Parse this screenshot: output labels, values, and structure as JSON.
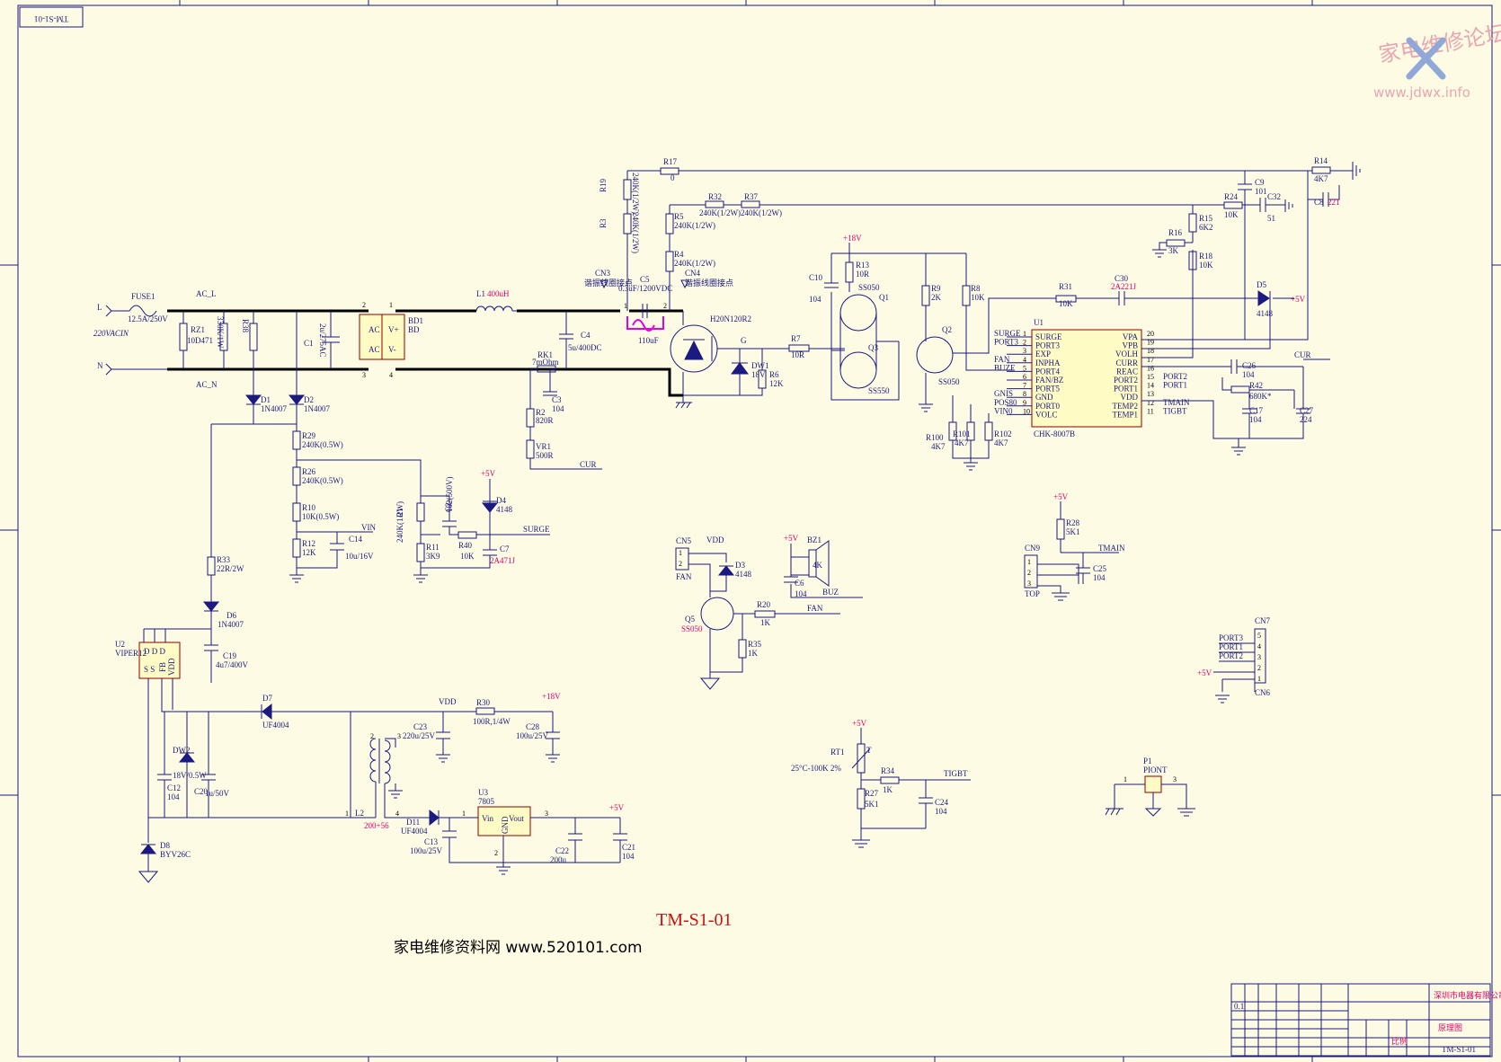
{
  "corner_label": "TM-S1-01",
  "watermark": {
    "text_cn": "家电维修论坛",
    "url": "www.jdwx.info"
  },
  "footer": {
    "model": "TM-S1-01",
    "site": "家电维修资料网  www.520101.com"
  },
  "input": {
    "L": "L",
    "N": "N",
    "voltage": "220VACIN",
    "AC_L": "AC_L",
    "AC_N": "AC_N"
  },
  "components": {
    "FUSE1": "FUSE1",
    "FUSE1_v": "12.5A/250V",
    "RZ1": "RZ1",
    "RZ1_v": "10D471",
    "R_330K": "330K/1W",
    "R38": "R38",
    "C1": "C1",
    "C1_v": "2u/275AC",
    "BD1": "BD1",
    "BD": "BD",
    "L1": "L1",
    "L1_v": "400uH",
    "C4": "C4",
    "C4_v": "5u/400DC",
    "RK1": "RK1",
    "RK1_v": "7mOhm",
    "C3": "C3",
    "C3_v": "104",
    "R2": "R2",
    "R2_v": "820R",
    "VR1": "VR1",
    "VR1_v": "500R",
    "CUR": "CUR",
    "R17": "R17",
    "R17_v": "0",
    "R19": "R19",
    "R19_v": "240K(1/2W)",
    "R3": "R3",
    "R3_v": "240K(1/2W)",
    "CN3": "CN3",
    "CN3_v": "谐振线圈接点",
    "C5": "C5",
    "C5_v": "0.3uF/1200VDC",
    "CN4": "CN4",
    "CN4_v": "谐振线圈接点",
    "coil": "110uF",
    "R5": "R5",
    "R5_v": "240K(1/2W)",
    "R4": "R4",
    "R4_v": "240K(1/2W)",
    "R32": "R32",
    "R32_v": "240K(1/2W)",
    "R37": "R37",
    "R37_v": "240K(1/2W)",
    "IGBT": "H20N120R2",
    "G": "G",
    "DW1": "DW1",
    "DW1_v": "18V",
    "R6": "R6",
    "R6_v": "12K",
    "R7": "R7",
    "R7_v": "10R",
    "plus18": "+18V",
    "R13": "R13",
    "R13_v": "10R",
    "C10": "C10",
    "C10_v": "104",
    "Q1": "Q1",
    "Q1_v": "SS050",
    "Q3": "Q3",
    "Q3_v": "SS550",
    "R9": "R9",
    "R9_v": "2K",
    "R8": "R8",
    "R8_v": "10K",
    "Q2": "Q2",
    "Q2_v": "SS050",
    "R31": "R31",
    "R31_v": "10K",
    "C30": "C30",
    "C30_v": "2A221J",
    "D5": "D5",
    "D5_v": "4148",
    "plus5": "+5V",
    "R14": "R14",
    "R14_v": "4K7",
    "C9": "C9",
    "C9_v": "101",
    "C8": "C8",
    "C8_v": "221",
    "R24": "R24",
    "R24_v": "10K",
    "C32": "C32",
    "C32_v": "51",
    "R15": "R15",
    "R15_v": "6K2",
    "R16": "R16",
    "R16_v": "3K",
    "R18": "R18",
    "R18_v": "10K",
    "D1": "D1",
    "D1_v": "1N4007",
    "D2": "D2",
    "D2_v": "1N4007",
    "R29": "R29",
    "R29_v": "240K(0.5W)",
    "R26": "R26",
    "R26_v": "240K(0.5W)",
    "R10": "R10",
    "R10_v": "10K(0.5W)",
    "R12": "R12",
    "R12_v": "12K",
    "C14": "C14",
    "C14_v": "10u/16V",
    "VIN": "VIN",
    "R1": "R1",
    "R1_v": "240K(1/2W)",
    "C2": "C2",
    "C2_v": "102(500V)",
    "D4": "D4",
    "D4_v": "4148",
    "R11": "R11",
    "R11_v": "3K9",
    "R40": "R40",
    "R40_v": "10K",
    "C7": "C7",
    "C7_v": "2A471J",
    "SURGE": "SURGE",
    "R33": "R33",
    "R33_v": "22R/2W",
    "D6": "D6",
    "D6_v": "1N4007",
    "C19": "C19",
    "C19_v": "4u7/400V",
    "U2": "U2",
    "U2_v": "VIPER12",
    "D7": "D7",
    "D7_v": "UF4004",
    "VDD": "VDD",
    "R30": "R30",
    "R30_v": "100R,1/4W",
    "C23": "C23",
    "C23_v": "220u/25V",
    "C28": "C28",
    "C28_v": "100u/25V",
    "DW2": "DW2",
    "DW2_v": "18V/0.5W",
    "C12": "C12",
    "C12_v": "104",
    "C20": "C20",
    "C20_v": "1u/50V",
    "L2": "L2",
    "L2_v": "200+56",
    "D11": "D11",
    "D11_v": "UF4004",
    "C13": "C13",
    "C13_v": "100u/25V",
    "U3": "U3",
    "U3_v": "7805",
    "Vin": "Vin",
    "Vout": "Vout",
    "GND": "GND",
    "C22": "C22",
    "C22_v": "200u",
    "C21": "C21",
    "C21_v": "104",
    "D8": "D8",
    "D8_v": "BYV26C",
    "CN5": "CN5",
    "FAN": "FAN",
    "D3": "D3",
    "D3_v": "4148",
    "Q5": "Q5",
    "Q5_v": "SS050",
    "R20": "R20",
    "R20_v": "1K",
    "R35": "R35",
    "R35_v": "1K",
    "BZ1": "BZ1",
    "BZ1_v": "4K",
    "C6": "C6",
    "C6_v": "104",
    "BUZ": "BUZ",
    "U1": "U1",
    "U1_v": "CHK-8007B",
    "R100": "R100",
    "R100_v": "4K7",
    "R101": "R101",
    "R101_v": "4K7",
    "R102": "R102",
    "R102_v": "4K7",
    "C26": "C26",
    "C26_v": "104",
    "R42": "R42",
    "R42_v": "680K*",
    "C17": "C17",
    "C17_v": "104",
    "C27": "C27",
    "C27_v": "224",
    "R28": "R28",
    "R28_v": "5K1",
    "CN9": "CN9",
    "TOP": "TOP",
    "TMAIN": "TMAIN",
    "C25": "C25",
    "C25_v": "104",
    "CN7": "CN7",
    "CN6": "CN6",
    "RT1": "RT1",
    "RT1_v": "25°C-100K 2%",
    "T": "T",
    "R34": "R34",
    "R34_v": "1K",
    "R27": "R27",
    "R27_v": "5K1",
    "C24": "C24",
    "C24_v": "104",
    "TIGBT": "TIGBT",
    "P1": "P1",
    "P1_v": "PIONT"
  },
  "u1_left": [
    "SURGE",
    "PORT3",
    "EXP",
    "INPHA",
    "PORT4",
    "FAN/BZ",
    "PORT5",
    "GND",
    "PORT0",
    "VOLC"
  ],
  "u1_right": [
    "VPA",
    "VPB",
    "VOLH",
    "CURR",
    "REAC",
    "PORT2",
    "PORT1",
    "VDD",
    "TEMP2",
    "TEMP1"
  ],
  "u1_left_nums": [
    "1",
    "2",
    "3",
    "4",
    "5",
    "6",
    "7",
    "8",
    "9",
    "10"
  ],
  "u1_right_nums": [
    "20",
    "19",
    "18",
    "17",
    "16",
    "15",
    "14",
    "13",
    "12",
    "11"
  ],
  "u1_left_nets": [
    "SURGE",
    "PORT3",
    "",
    "FAN",
    "BUZE",
    "",
    "",
    "GNIS",
    "POS80",
    "VIN0"
  ],
  "u1_right_nets": [
    "",
    "",
    "",
    "",
    "",
    "PORT2",
    "PORT1",
    "",
    "TMAIN",
    "TIGBT"
  ],
  "cn7_nets": [
    "PORT3",
    "PORT1",
    "PORT2"
  ],
  "title_block": {
    "company": "深圳市电器有限公司",
    "name": "原理图",
    "number": "TM-S1-01",
    "scale": "比例",
    "rev": "0.1"
  }
}
